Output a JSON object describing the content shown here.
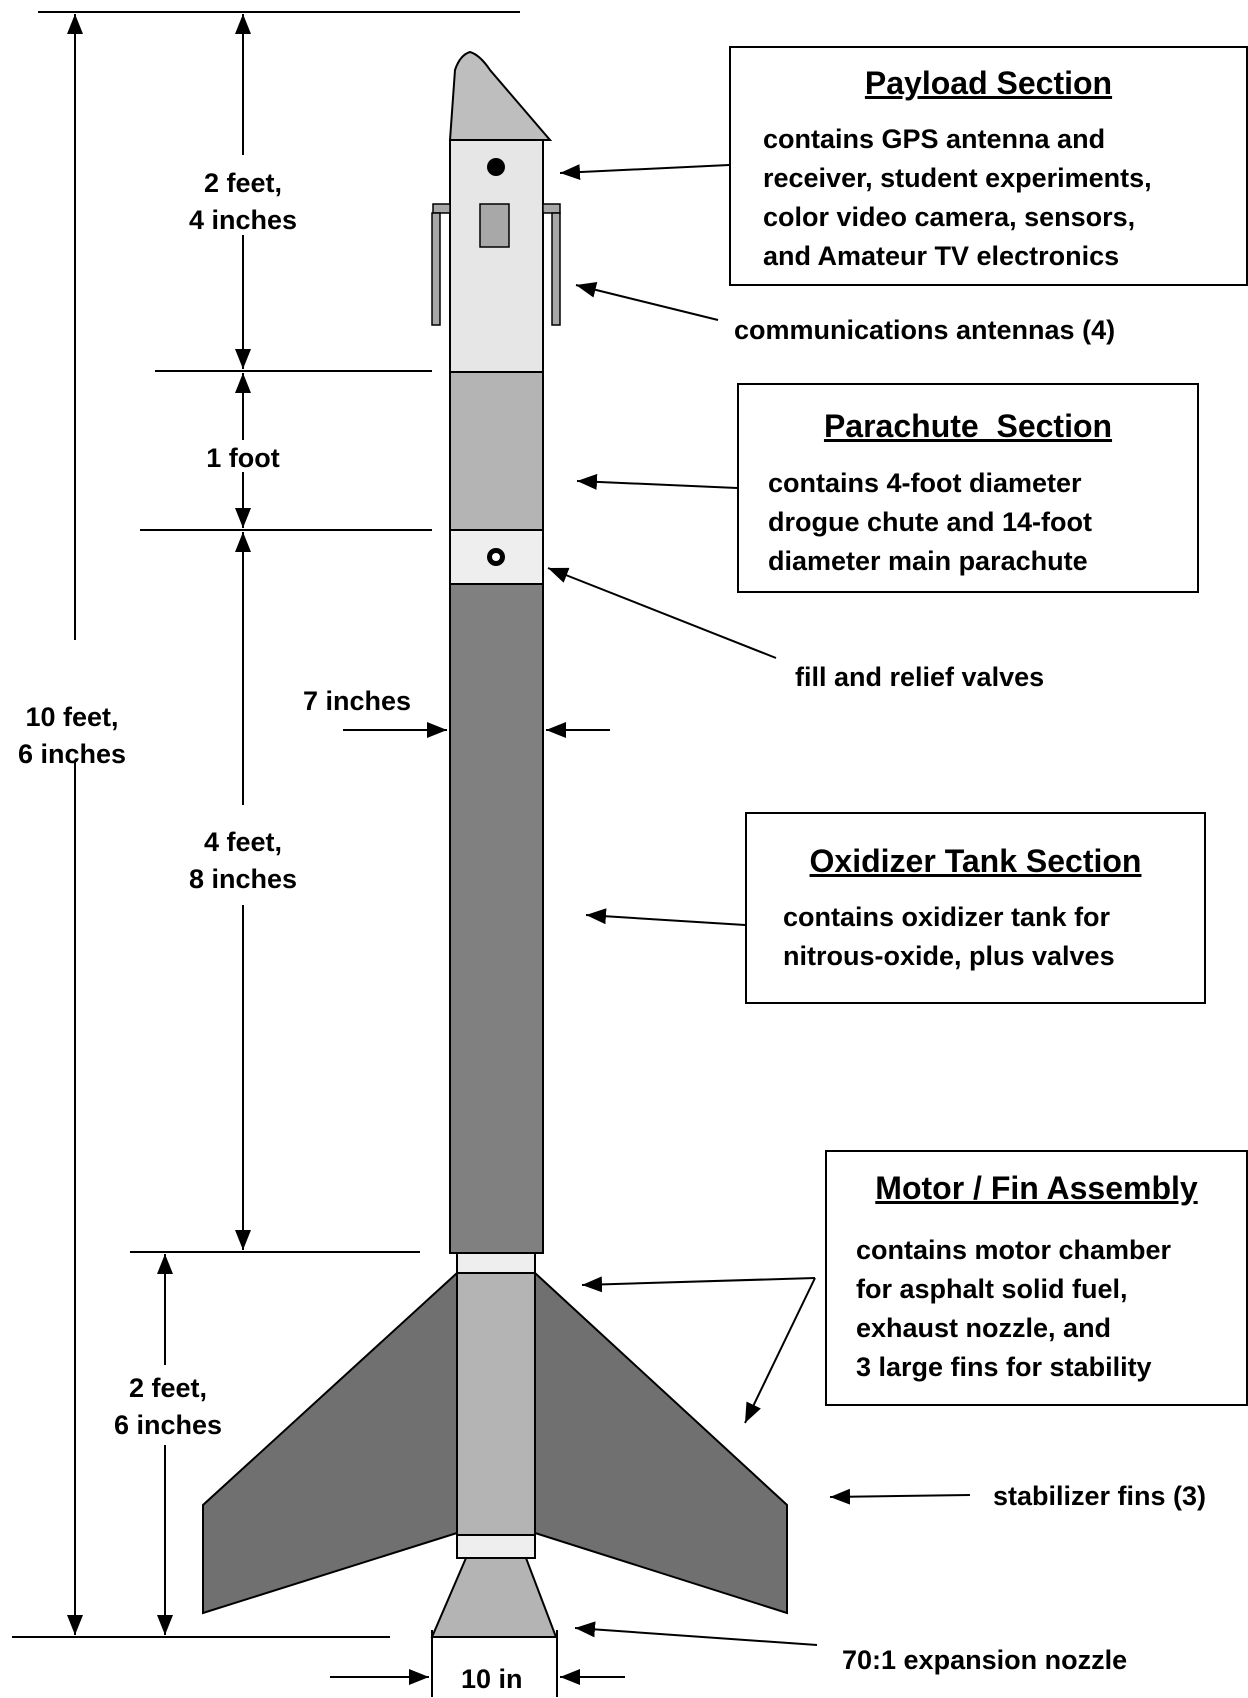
{
  "dimensions": {
    "total_length": [
      "10 feet,",
      "6 inches"
    ],
    "payload_length": [
      "2 feet,",
      "4 inches"
    ],
    "parachute_length": "1 foot",
    "tank_length": [
      "4 feet,",
      "8 inches"
    ],
    "motor_length": [
      "2 feet,",
      "6 inches"
    ],
    "body_diameter": "7 inches",
    "fin_span": "10 in"
  },
  "sections": {
    "payload": {
      "title": "Payload Section",
      "lines": [
        "contains GPS antenna and",
        "receiver, student experiments,",
        "color video camera, sensors,",
        "and Amateur TV electronics"
      ]
    },
    "parachute": {
      "title": "Parachute  Section",
      "lines": [
        "contains 4-foot diameter",
        "drogue chute and 14-foot",
        "diameter main parachute"
      ]
    },
    "oxidizer": {
      "title": "Oxidizer Tank Section",
      "lines": [
        "contains oxidizer tank for",
        "nitrous-oxide, plus valves"
      ]
    },
    "motor": {
      "title": "Motor / Fin Assembly",
      "lines": [
        "contains motor chamber",
        "for asphalt solid fuel,",
        "exhaust nozzle, and",
        "3 large fins for stability"
      ]
    }
  },
  "callouts": {
    "antennas": "communications antennas (4)",
    "valves": "fill and relief valves",
    "fins": "stabilizer fins (3)",
    "nozzle": "70:1 expansion nozzle"
  },
  "colors": {
    "nose": "#bebebe",
    "payload_body": "#e6e6e6",
    "parachute_body": "#b4b4b4",
    "tank_body": "#808080",
    "fins": "#707070",
    "motor_body": "#b4b4b4",
    "band": "#eeeeee",
    "antenna": "#a8a8a8"
  }
}
